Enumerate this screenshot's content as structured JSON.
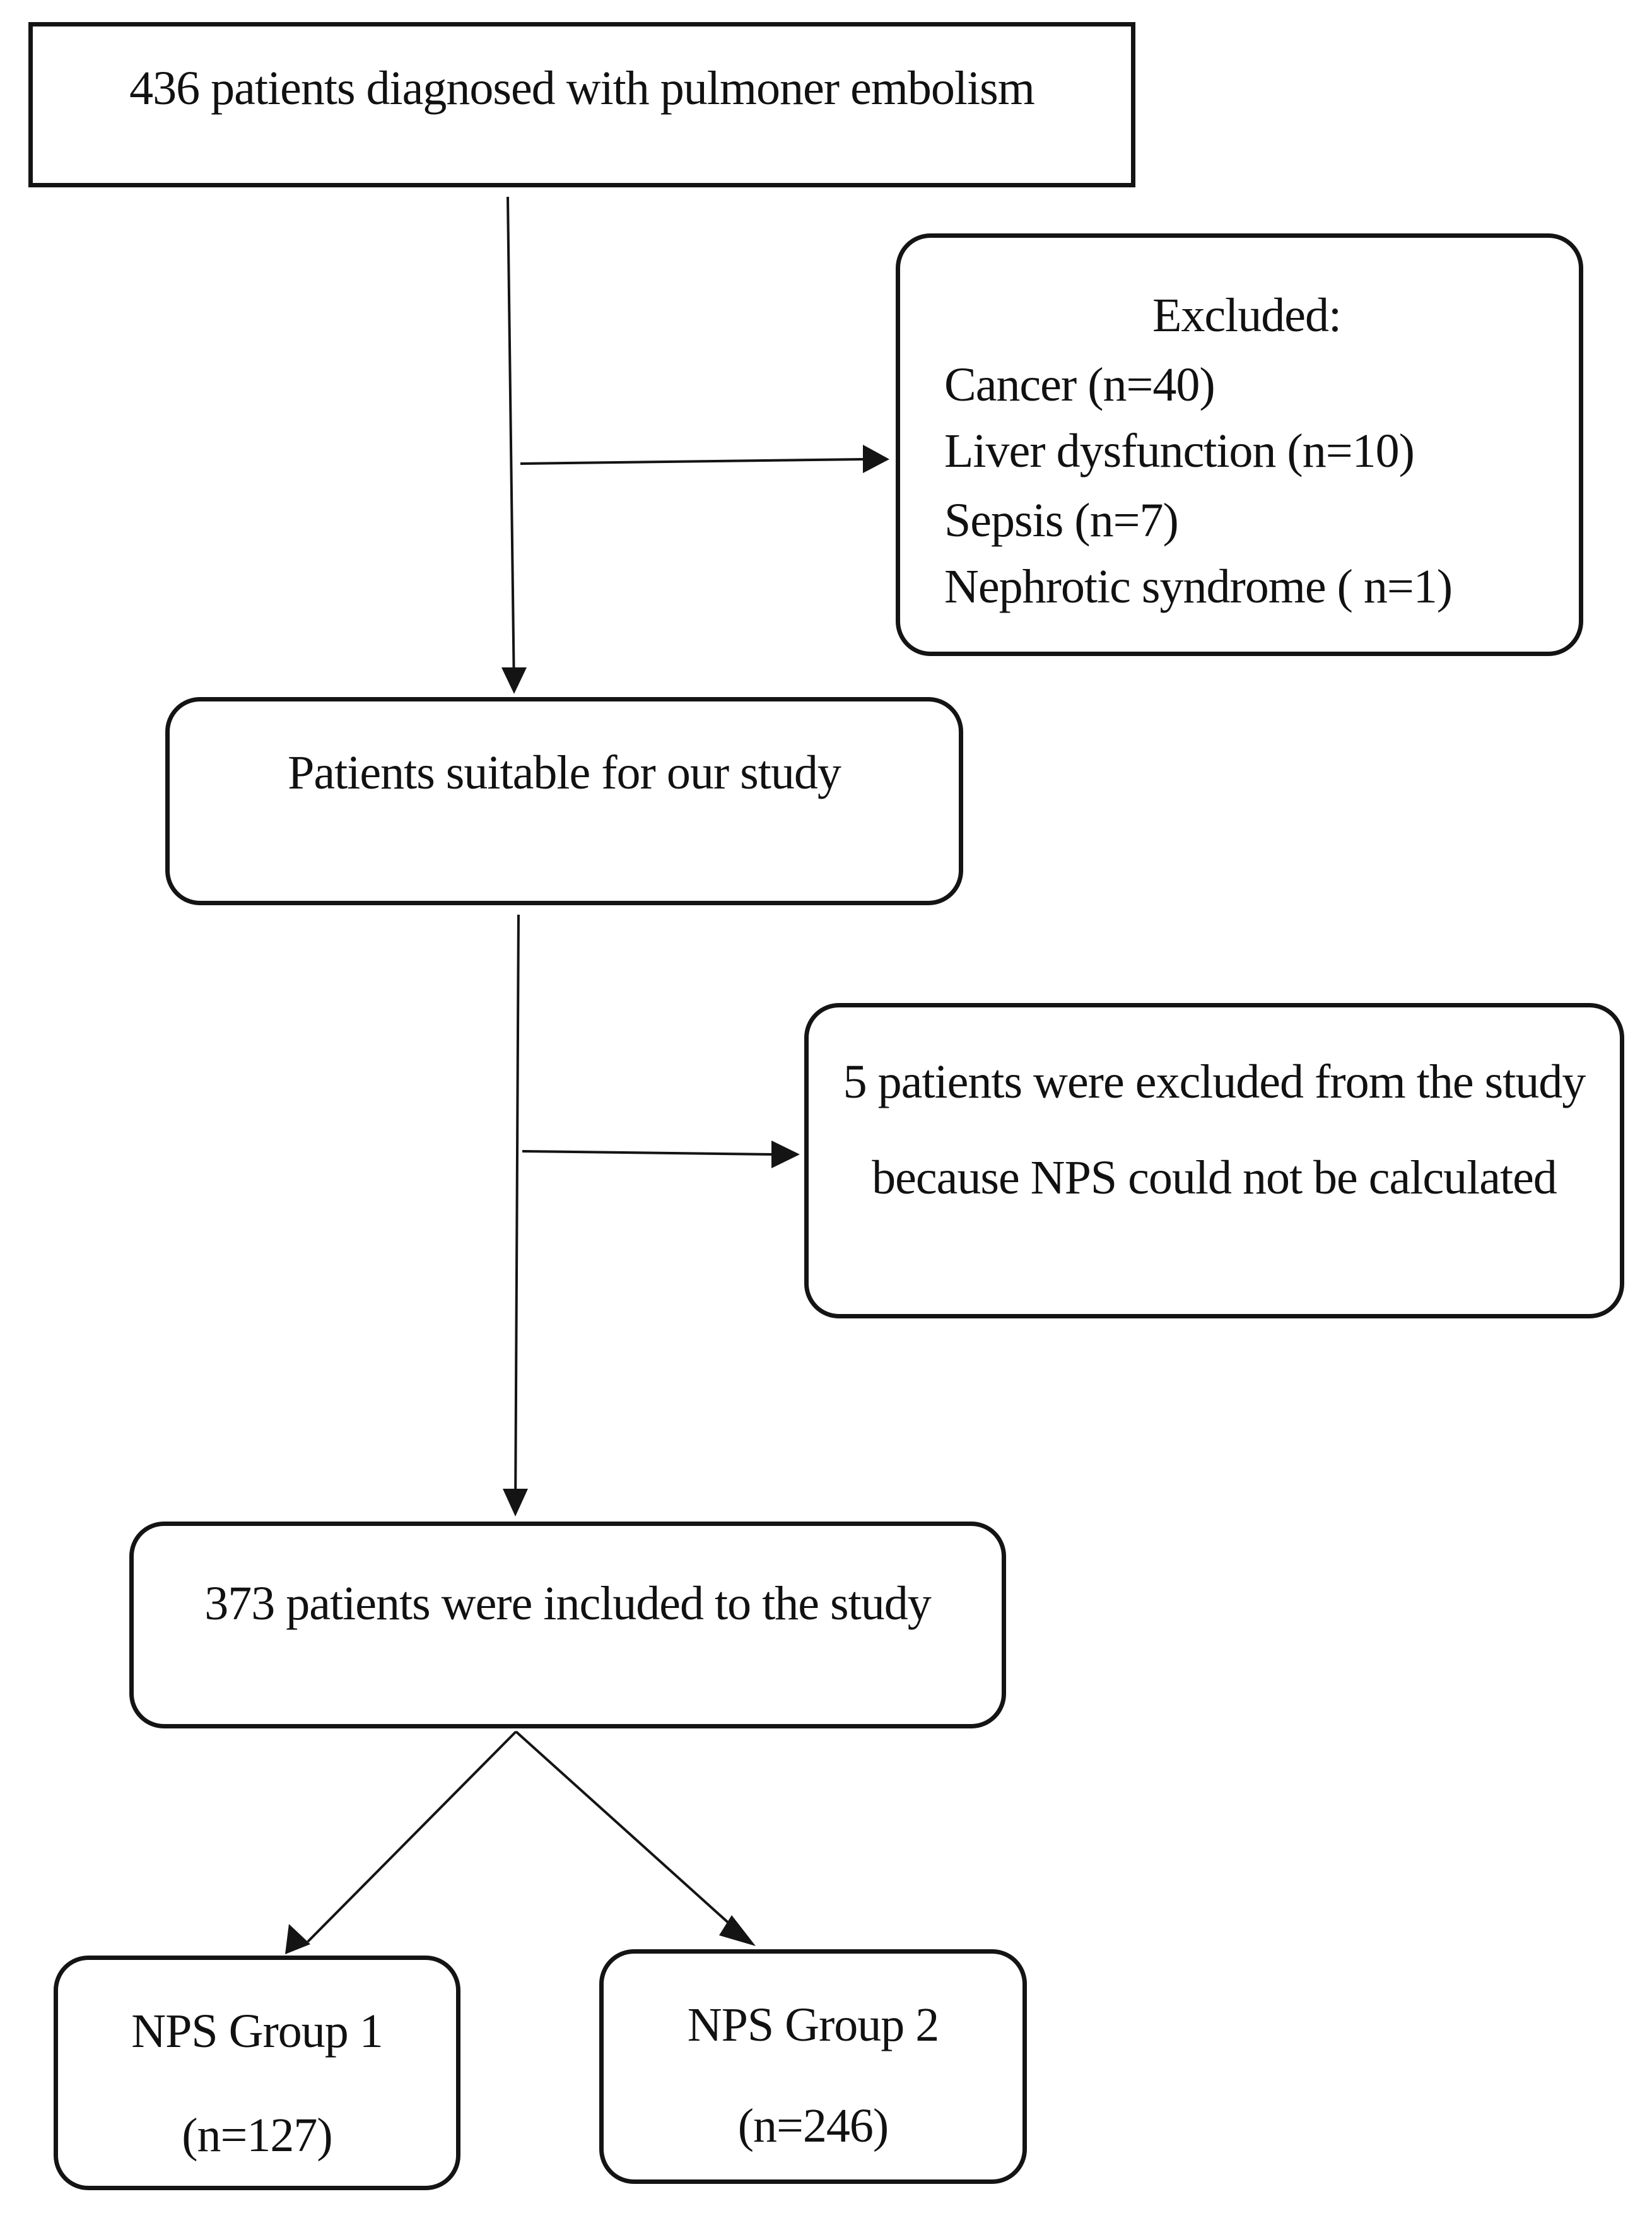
{
  "flowchart": {
    "start": {
      "label": "436 patients diagnosed with pulmoner embolism"
    },
    "excluded": {
      "heading": "Excluded:",
      "items": [
        "Cancer (n=40)",
        "Liver dysfunction (n=10)",
        "Sepsis (n=7)",
        "Nephrotic syndrome ( n=1)"
      ]
    },
    "suitable": {
      "label": "Patients suitable for our study"
    },
    "nps_excluded": {
      "line1": "5 patients were excluded from the study",
      "line2": "because NPS could not be calculated"
    },
    "included": {
      "label": "373 patients were included to the study"
    },
    "group1": {
      "label": "NPS Group 1",
      "count": "(n=127)"
    },
    "group2": {
      "label": "NPS Group 2",
      "count": "(n=246)"
    }
  }
}
